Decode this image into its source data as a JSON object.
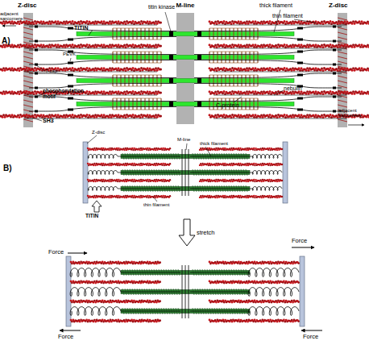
{
  "diagram": {
    "nodes": [
      {
        "text": [
          "Z-disc"
        ]
      },
      {
        "text": [
          "M-line"
        ]
      },
      {
        "text": [
          "Z-disc"
        ]
      }
    ],
    "labels": [
      "A)",
      "adjacent sarcomere",
      "TITIN",
      "titin kinase",
      "thick filament",
      "thin filament",
      "T-cap",
      "PEVK",
      "phosphorylation motif",
      "SH3",
      "C-protein",
      "nebulin",
      "adjacent sarcomere",
      "B)",
      "Z-disc",
      "M-line",
      "thick filament",
      "thin filament",
      "TITIN",
      "stretch",
      "Force",
      "Force",
      "Force",
      "Force"
    ]
  }
}
